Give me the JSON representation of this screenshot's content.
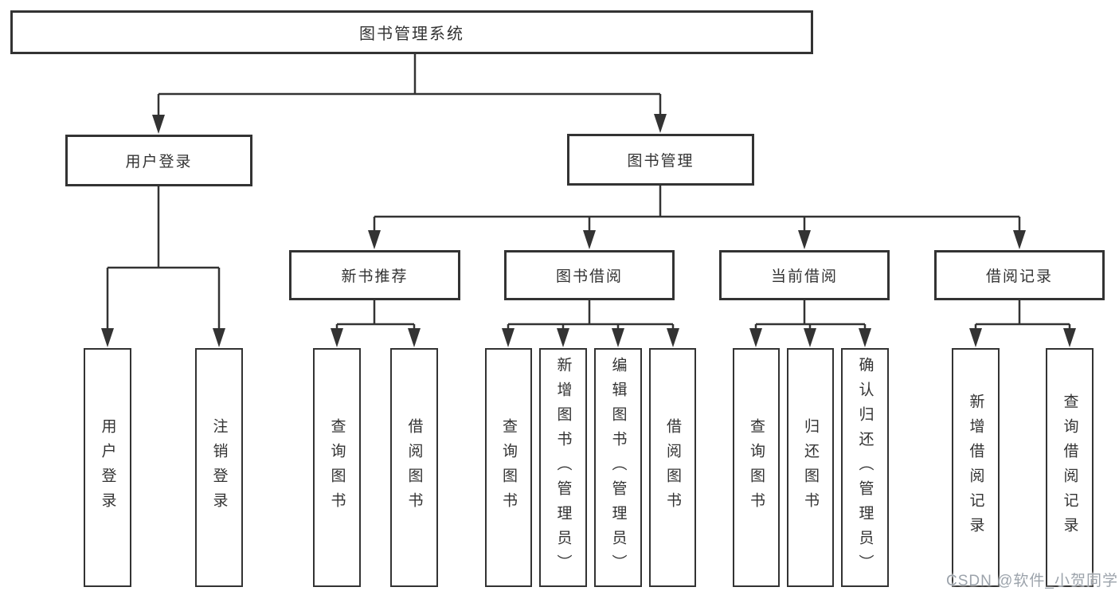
{
  "diagram": {
    "root": {
      "label": "图书管理系统"
    },
    "branches": [
      {
        "label": "用户登录",
        "children": [
          "用户登录",
          "注销登录"
        ]
      },
      {
        "label": "图书管理",
        "children": [
          {
            "label": "新书推荐",
            "children": [
              "查询图书",
              "借阅图书"
            ]
          },
          {
            "label": "图书借阅",
            "children": [
              "查询图书",
              "新增图书（管理员）",
              "编辑图书（管理员）",
              "借阅图书"
            ]
          },
          {
            "label": "当前借阅",
            "children": [
              "查询图书",
              "归还图书",
              "确认归还（管理员）"
            ]
          },
          {
            "label": "借阅记录",
            "children": [
              "新增借阅记录",
              "查询借阅记录"
            ]
          }
        ]
      }
    ]
  },
  "watermark": {
    "text": "CSDN @软件_小贺同学"
  },
  "colors": {
    "line": "#333333",
    "text": "#333333",
    "box_background": "#ffffff",
    "watermark": "#9ca3ab",
    "background": "#ffffff"
  }
}
